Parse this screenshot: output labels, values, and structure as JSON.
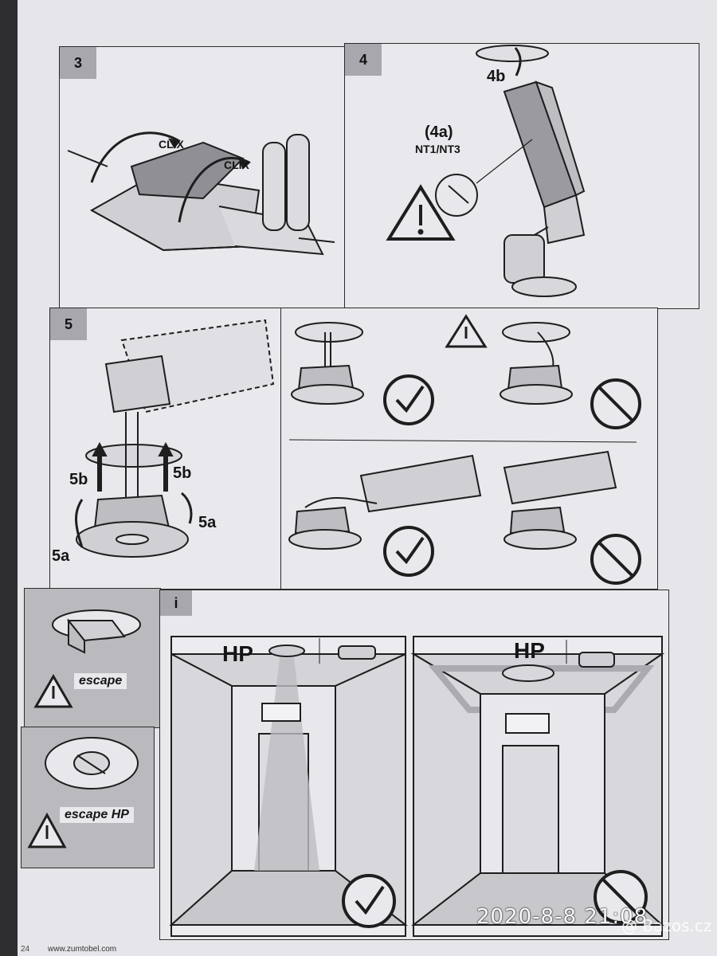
{
  "panels": {
    "p3": {
      "number": "3",
      "labels": {
        "clix1": "CLIX",
        "clix2": "CLIX"
      }
    },
    "p4": {
      "number": "4",
      "labels": {
        "step_4b": "4b",
        "step_4a": "(4a)",
        "variant": "NT1/NT3"
      }
    },
    "p5": {
      "number": "5",
      "labels": {
        "a_left": "5a",
        "a_right": "5a",
        "b_left": "5b",
        "b_right": "5b"
      }
    },
    "escape": {
      "label": "escape"
    },
    "escape_hp": {
      "label": "escape HP"
    },
    "info": {
      "marker": "i",
      "hp_left": "HP",
      "hp_right": "HP"
    }
  },
  "photo": {
    "timestamp": "2020-8-8 21:08",
    "watermark": "@ Bazos.cz",
    "footer_url": "www.zumtobel.com",
    "page_number": "24"
  },
  "colors": {
    "paper": "#e6e6ea",
    "ink": "#1e1e1e",
    "panel_gray": "#b9b9be",
    "stamp": "#ffffff"
  }
}
